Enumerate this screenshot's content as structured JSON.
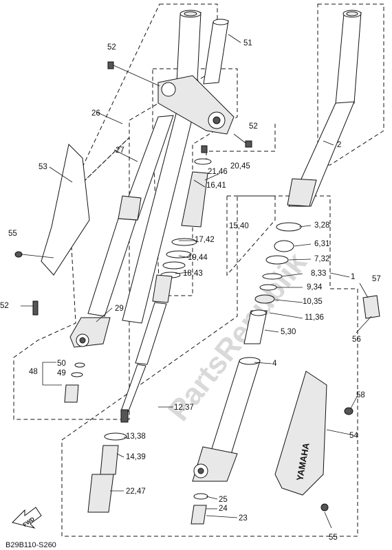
{
  "diagram_code": "B29B110-S260",
  "fwd_label": "FWD",
  "brand_text": "YAMAHA",
  "watermark_text": "PartsRepublik",
  "callouts": [
    {
      "id": "c1",
      "text": "1"
    },
    {
      "id": "c2",
      "text": "2"
    },
    {
      "id": "c4",
      "text": "4"
    },
    {
      "id": "c5_30",
      "text": "5,30"
    },
    {
      "id": "c6_31",
      "text": "6,31"
    },
    {
      "id": "c7_32",
      "text": "7,32"
    },
    {
      "id": "c8_33",
      "text": "8,33"
    },
    {
      "id": "c9_34",
      "text": "9,34"
    },
    {
      "id": "c10_35",
      "text": "10,35"
    },
    {
      "id": "c11_36",
      "text": "11,36"
    },
    {
      "id": "c12_37",
      "text": "12,37"
    },
    {
      "id": "c13_38",
      "text": "13,38"
    },
    {
      "id": "c14_39",
      "text": "14,39"
    },
    {
      "id": "c15_40",
      "text": "15,40"
    },
    {
      "id": "c16_41",
      "text": "16,41"
    },
    {
      "id": "c17_42",
      "text": "17,42"
    },
    {
      "id": "c18_43",
      "text": "18,43"
    },
    {
      "id": "c19_44",
      "text": "19,44"
    },
    {
      "id": "c20_45",
      "text": "20,45"
    },
    {
      "id": "c21_46",
      "text": "21,46"
    },
    {
      "id": "c22_47",
      "text": "22,47"
    },
    {
      "id": "c23",
      "text": "23"
    },
    {
      "id": "c24",
      "text": "24"
    },
    {
      "id": "c25",
      "text": "25"
    },
    {
      "id": "c26",
      "text": "26"
    },
    {
      "id": "c27",
      "text": "27"
    },
    {
      "id": "c3_28",
      "text": "3,28"
    },
    {
      "id": "c29",
      "text": "29"
    },
    {
      "id": "c48",
      "text": "48"
    },
    {
      "id": "c49",
      "text": "49"
    },
    {
      "id": "c50",
      "text": "50"
    },
    {
      "id": "c51",
      "text": "51"
    },
    {
      "id": "c52a",
      "text": "52"
    },
    {
      "id": "c52b",
      "text": "52"
    },
    {
      "id": "c52c",
      "text": "52"
    },
    {
      "id": "c53",
      "text": "53"
    },
    {
      "id": "c54",
      "text": "54"
    },
    {
      "id": "c55a",
      "text": "55"
    },
    {
      "id": "c55b",
      "text": "55"
    },
    {
      "id": "c56",
      "text": "56"
    },
    {
      "id": "c57",
      "text": "57"
    },
    {
      "id": "c58",
      "text": "58"
    }
  ]
}
